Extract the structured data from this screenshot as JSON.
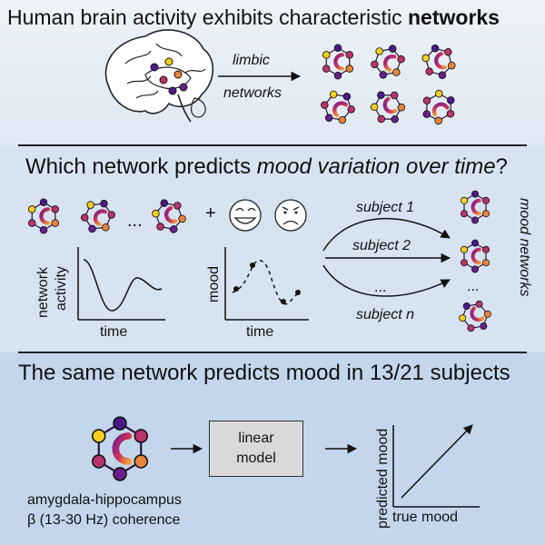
{
  "panel1": {
    "title_pre": "Human brain activity exhibits characteristic ",
    "title_bold": "networks",
    "arrow_label_1": "limbic",
    "arrow_label_2": "networks"
  },
  "panel2": {
    "title_pre": "Which network predicts ",
    "title_italic": "mood variation over time",
    "title_post": "?",
    "ellipsis": "...",
    "plus": "+",
    "network_activity_label_1": "network",
    "network_activity_label_2": "activity",
    "time_label_1": "time",
    "mood_axis_label": "mood",
    "time_label_2": "time",
    "subject_1": "subject 1",
    "subject_2": "subject 2",
    "subject_dots": "...",
    "subject_n": "subject n",
    "mood_networks": "mood networks",
    "vertical_dots": "..."
  },
  "panel3": {
    "title": "The same network predicts mood in 13/21 subjects",
    "caption_1": "amygdala-hippocampus",
    "caption_2": "β (13-30 Hz) coherence",
    "model_line_1": "linear",
    "model_line_2": "model",
    "ylabel": "predicted mood",
    "xlabel": "true mood"
  },
  "colors": {
    "node_purple": "#4b1a8a",
    "node_pink": "#b8336a",
    "node_orange": "#e8853a",
    "node_yellow": "#f5d020",
    "edge_dark": "#2a0f3d",
    "model_box": "#d9d9d9"
  }
}
